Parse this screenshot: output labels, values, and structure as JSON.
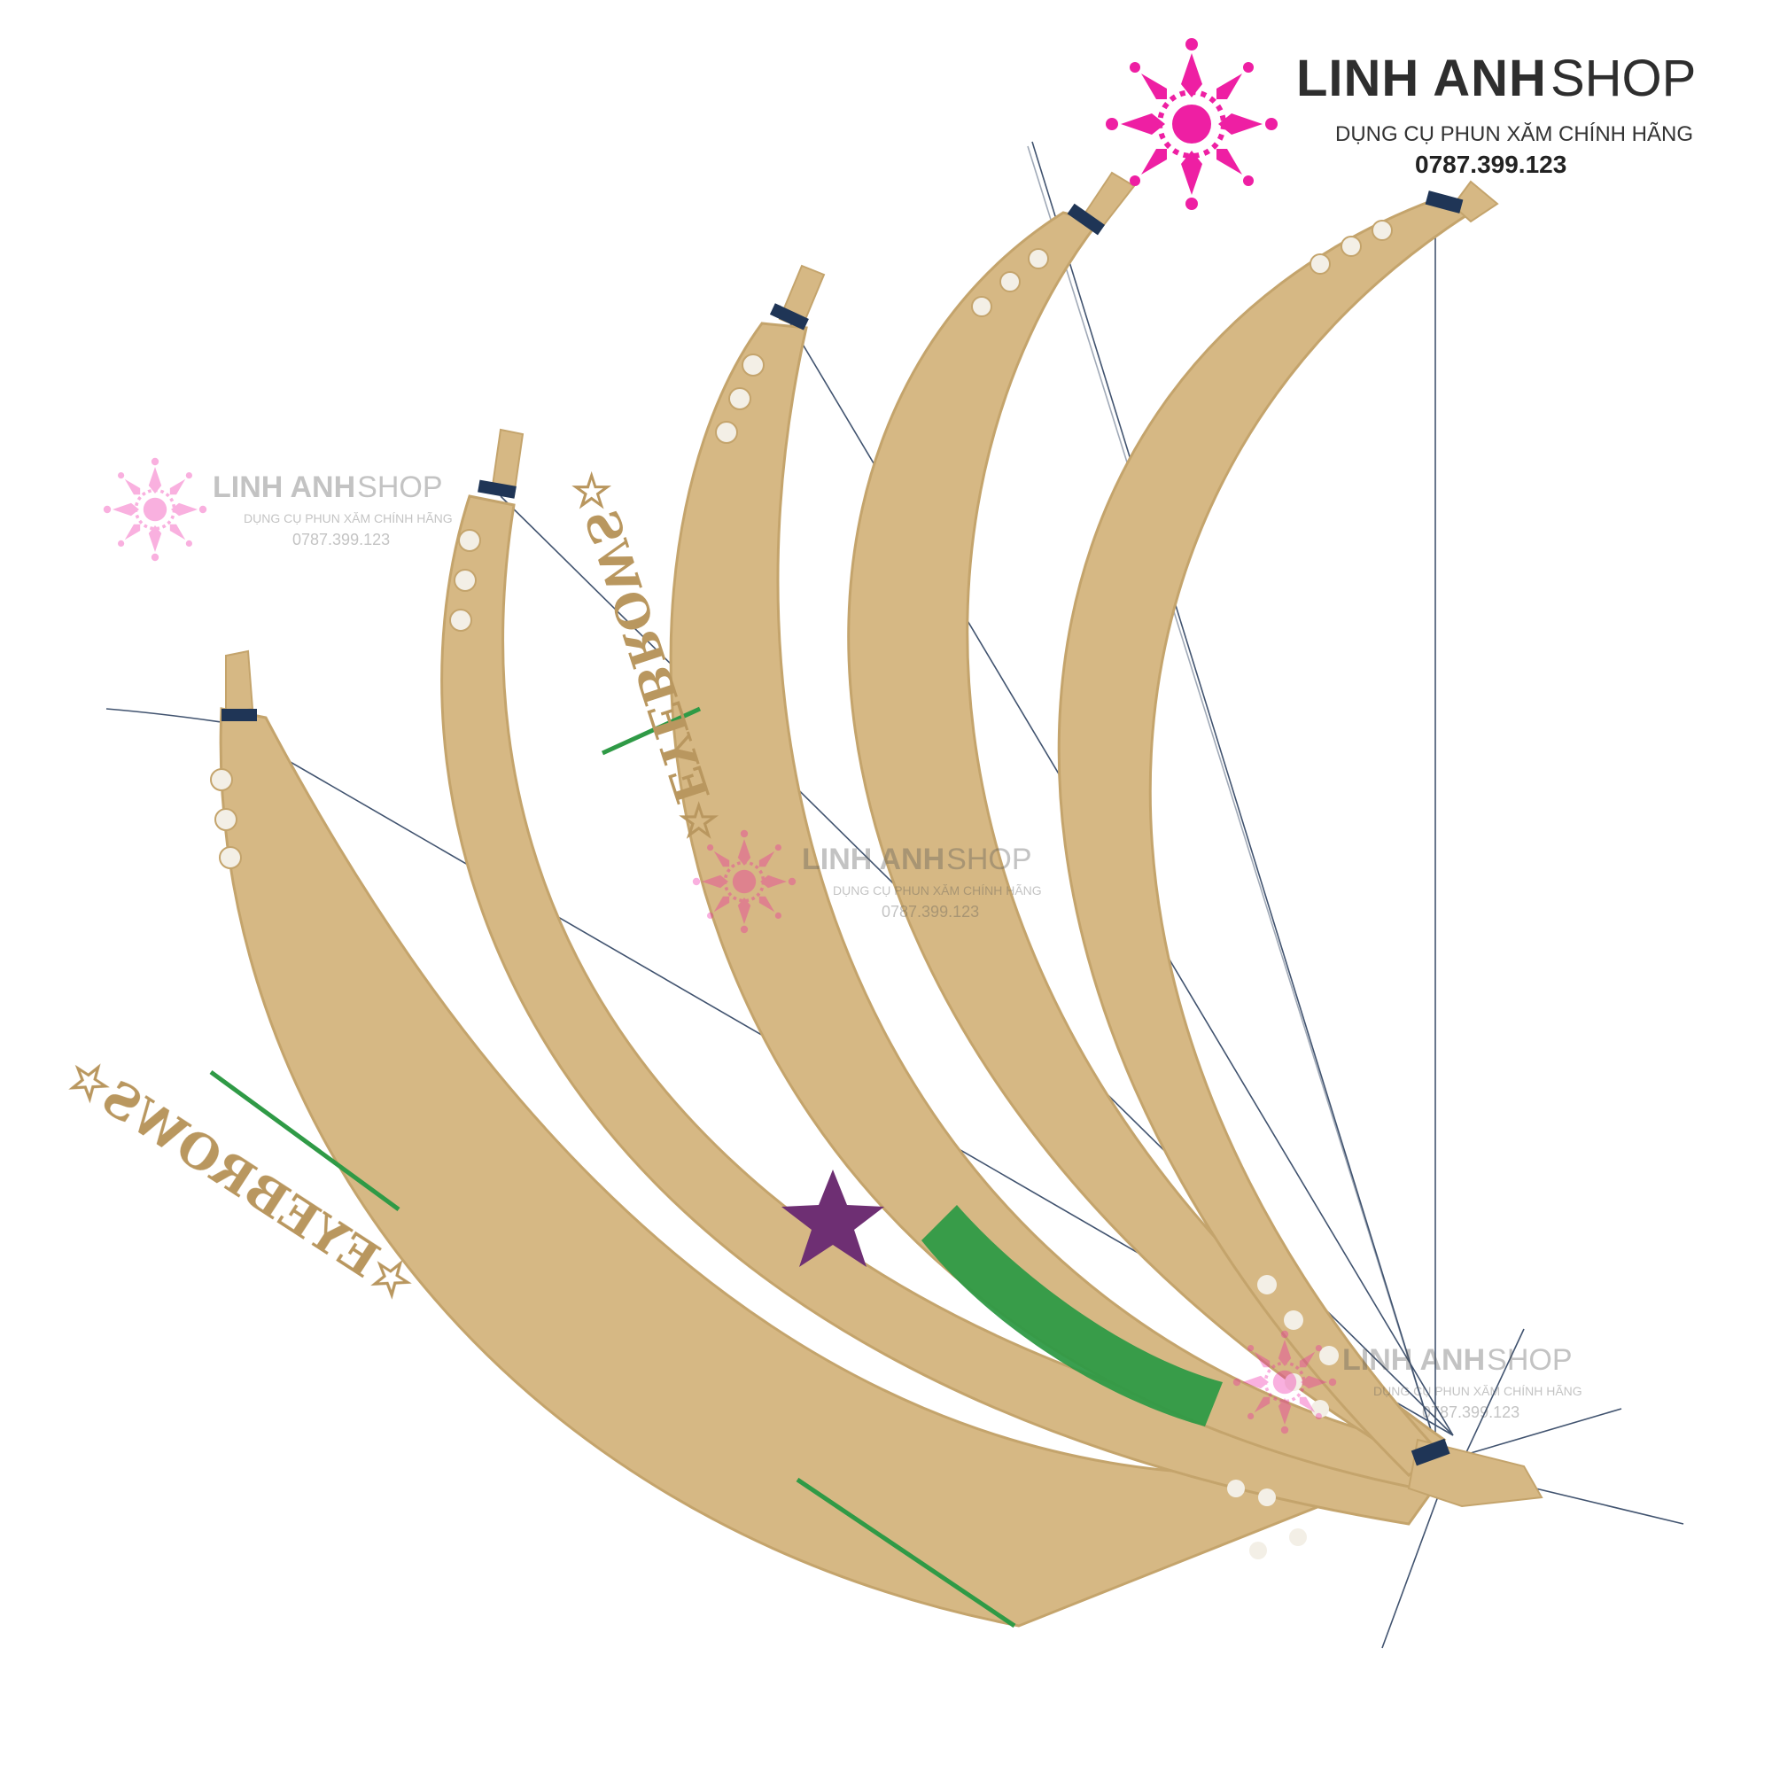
{
  "logo": {
    "brand_bold": "LINH ANH",
    "brand_light": "SHOP",
    "tagline": "DỤNG CỤ PHUN XĂM CHÍNH HÃNG",
    "phone": "0787.399.123"
  },
  "watermarks": [
    {
      "brand_bold": "LINH ANH",
      "brand_light": "SHOP",
      "tagline": "DỤNG CỤ PHUN XĂM CHÍNH HÃNG",
      "phone": "0787.399.123"
    },
    {
      "brand_bold": "LINH ANH",
      "brand_light": "SHOP",
      "tagline": "DỤNG CỤ PHUN XĂM CHÍNH HÃNG",
      "phone": "0787.399.123"
    },
    {
      "brand_bold": "LINH ANH",
      "brand_light": "SHOP",
      "tagline": "DỤNG CỤ PHUN XĂM CHÍNH HÃNG",
      "phone": "0787.399.123"
    }
  ],
  "rulers": {
    "label": "EYEBROWS",
    "label_star": "☆",
    "count": 5
  },
  "colors": {
    "brand_pink": "#ee1fa3",
    "ruler_kraft": "#d6b884",
    "ruler_edge": "#c4a46c",
    "green_accent": "#2f9a46",
    "purple_star": "#6e2f73",
    "thread_navy": "#1f3556"
  }
}
